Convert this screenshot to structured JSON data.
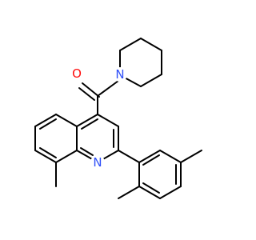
{
  "molecule": {
    "atoms": {
      "oxygen": {
        "label": "O",
        "color": "#ff0d0d"
      },
      "piperidine_nitrogen": {
        "label": "N",
        "color": "#3050f8"
      },
      "quinoline_nitrogen": {
        "label": "N",
        "color": "#3050f8"
      }
    },
    "bond_color": "#000000"
  }
}
